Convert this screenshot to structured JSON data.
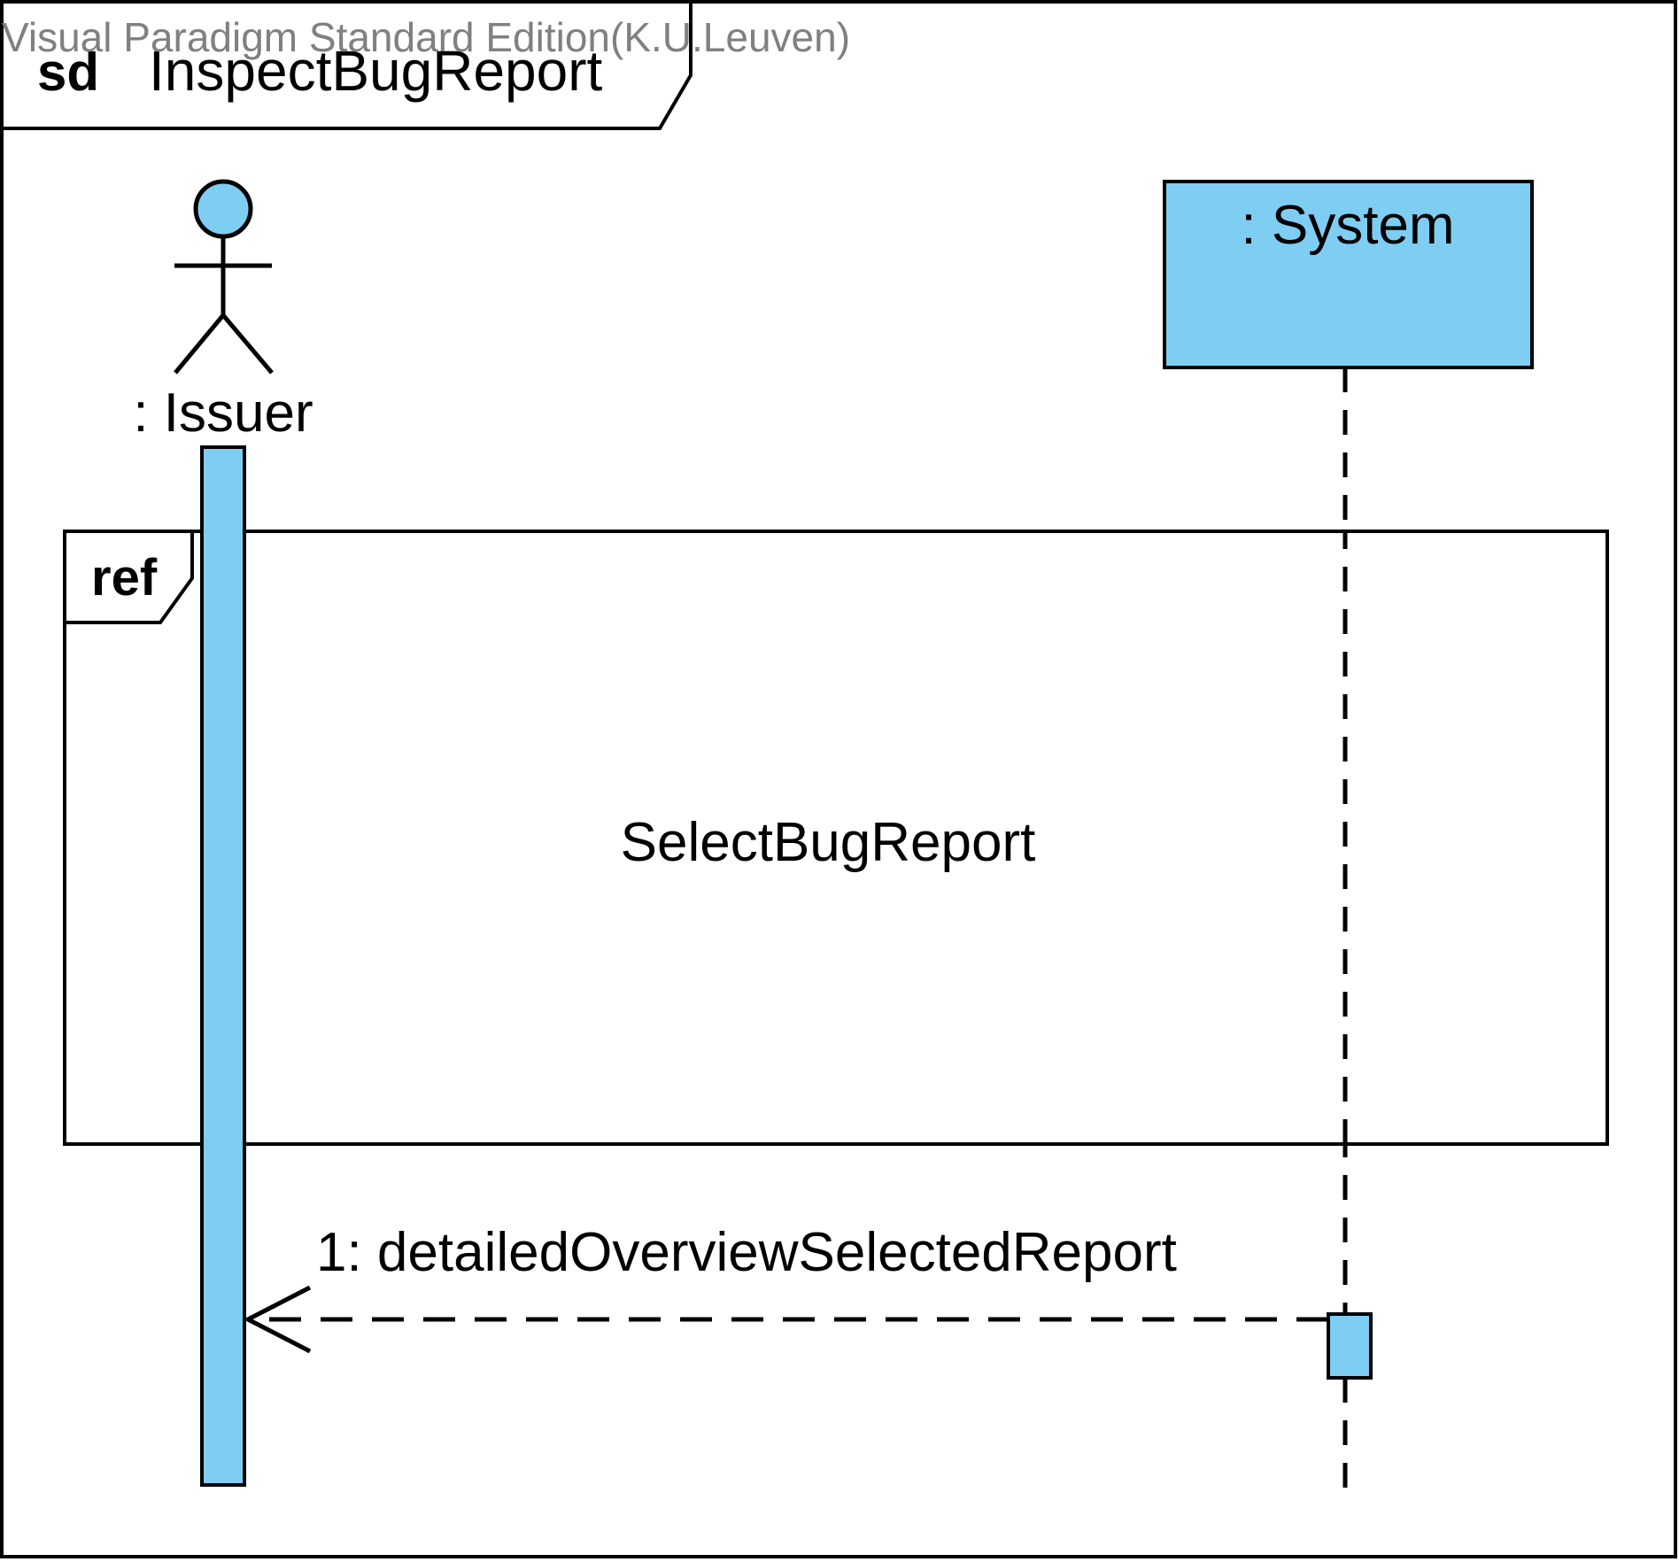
{
  "watermark": "Visual Paradigm Standard Edition(K.U.Leuven)",
  "frame": {
    "keyword": "sd",
    "name": "InspectBugReport"
  },
  "lifelines": [
    {
      "kind": "actor",
      "label": ": Issuer"
    },
    {
      "kind": "object",
      "label": ": System"
    }
  ],
  "interaction_use": {
    "keyword": "ref",
    "name": "SelectBugReport"
  },
  "messages": [
    {
      "label": "1: detailedOverviewSelectedReport",
      "kind": "return",
      "from": ": System",
      "to": ": Issuer"
    }
  ],
  "colors": {
    "fill": "#7ecef4",
    "stroke": "#000000",
    "watermark": "#808080",
    "background": "#ffffff"
  }
}
